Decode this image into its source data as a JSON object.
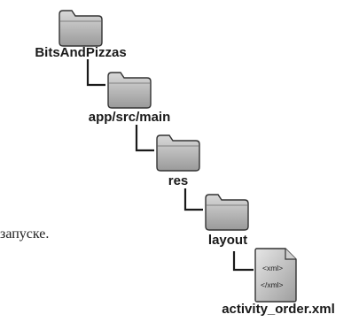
{
  "text_fragment": "запуске.",
  "tree": {
    "folders": [
      {
        "name": "BitsAndPizzas"
      },
      {
        "name": "app/src/main"
      },
      {
        "name": "res"
      },
      {
        "name": "layout"
      }
    ],
    "file": {
      "name": "activity_order.xml",
      "icon_text_open": "<xml>",
      "icon_text_close": "</xml>"
    }
  }
}
